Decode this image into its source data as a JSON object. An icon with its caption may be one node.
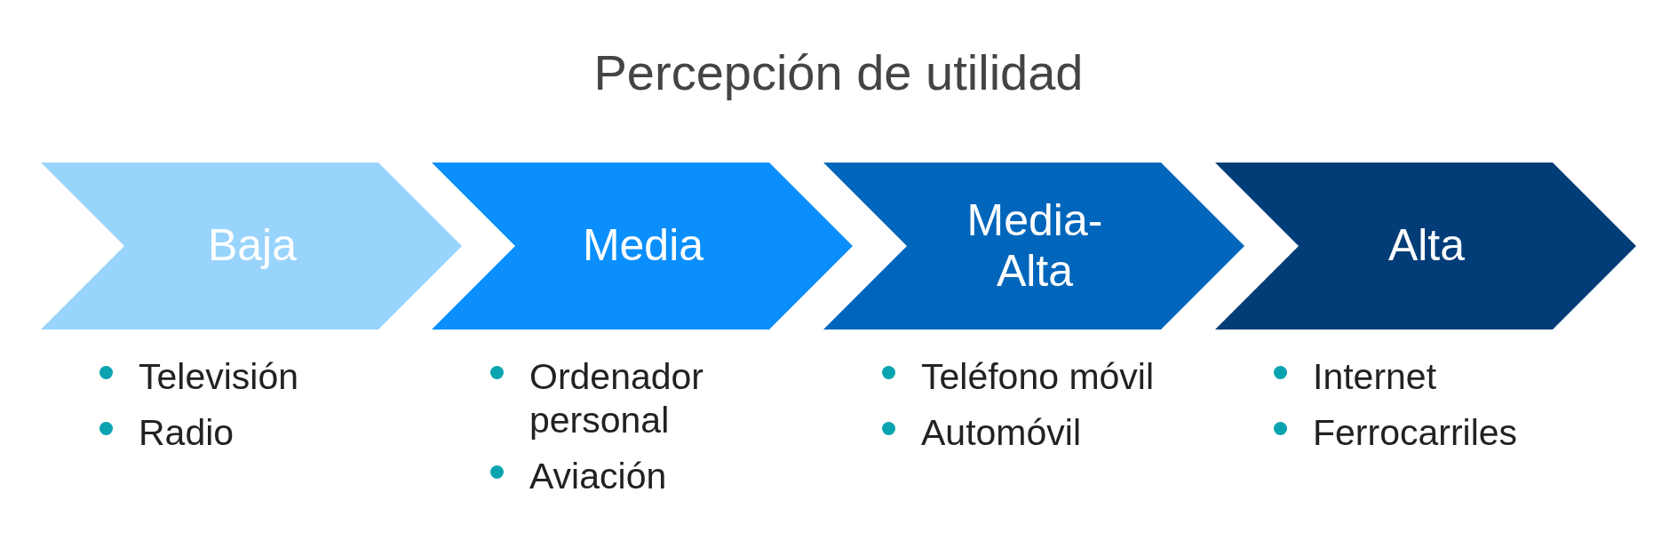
{
  "diagram": {
    "title": "Percepción de utilidad",
    "nodes": [
      {
        "text": [
          "Baja"
        ],
        "beside": [
          "Televisión",
          "Radio"
        ]
      },
      {
        "text": [
          "Media"
        ],
        "beside": [
          "Ordenador personal",
          "Aviación"
        ]
      },
      {
        "text": [
          "Media-Alta"
        ],
        "beside": [
          "Teléfono móvil",
          "Automóvil"
        ]
      },
      {
        "text": [
          "Alta"
        ],
        "beside": [
          "Internet",
          "Ferrocarriles"
        ]
      }
    ]
  }
}
